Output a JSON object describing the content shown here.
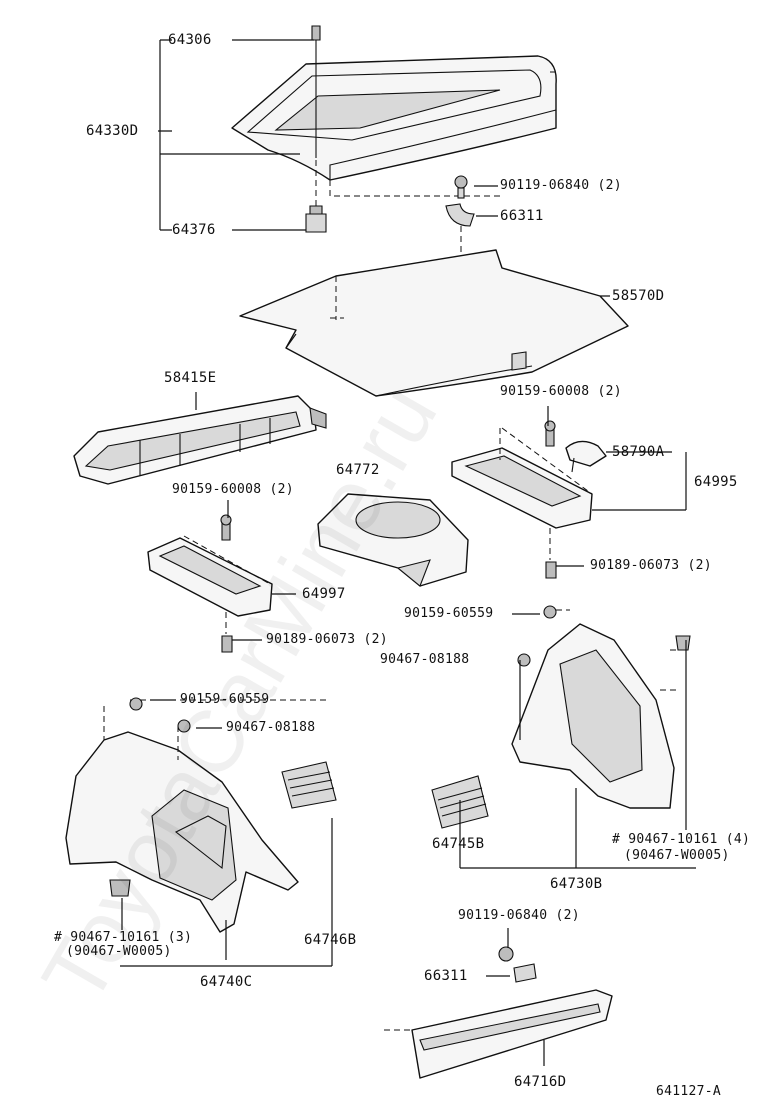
{
  "diagram_code": "641127-A",
  "watermark": "ToyotaCarMine.ru",
  "labels": {
    "p64306": "64306",
    "p64330D": "64330D",
    "p64376": "64376",
    "p90119_top": "90119-06840 (2)",
    "p66311_top": "66311",
    "p58570D": "58570D",
    "p58415E": "58415E",
    "p90159_60008_right": "90159-60008 (2)",
    "p58790A": "58790A",
    "p64995": "64995",
    "p64772": "64772",
    "p90159_60008_left": "90159-60008 (2)",
    "p90189_right": "90189-06073 (2)",
    "p64997": "64997",
    "p90159_60559_right": "90159-60559",
    "p90189_left": "90189-06073 (2)",
    "p90467_08188_right": "90467-08188",
    "p90159_60559_left": "90159-60559",
    "p90467_08188_left": "90467-08188",
    "p90467_10161_right": "# 90467-10161 (4)",
    "p90467_W0005_right": "(90467-W0005)",
    "p64745B": "64745B",
    "p64730B": "64730B",
    "p90467_10161_left": "# 90467-10161 (3)",
    "p90467_W0005_left": "(90467-W0005)",
    "p64746B": "64746B",
    "p64740C": "64740C",
    "p90119_bottom": "90119-06840 (2)",
    "p66311_bottom": "66311",
    "p64716D": "64716D"
  }
}
